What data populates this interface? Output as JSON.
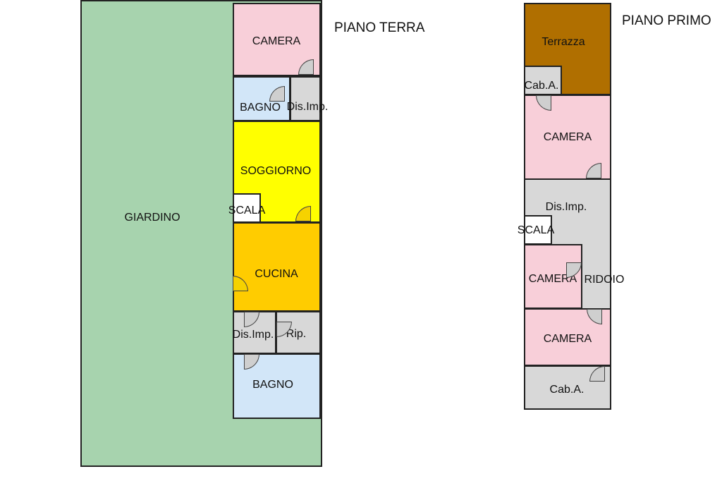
{
  "titles": {
    "ground_floor": "PIANO TERRA",
    "first_floor": "PIANO PRIMO"
  },
  "ground_floor": {
    "garden": "GIARDINO",
    "camera": "CAMERA",
    "bagno_top": "BAGNO",
    "dis_imp_top": "Dis.Imp.",
    "soggiorno": "SOGGIORNO",
    "scala": "SCALA",
    "cucina": "CUCINA",
    "dis_imp_bottom": "Dis.Imp.",
    "rip": "Rip.",
    "bagno_bottom": "BAGNO"
  },
  "first_floor": {
    "terrazza": "Terrazza",
    "cab_a_top": "Cab.A.",
    "camera_top": "CAMERA",
    "dis_imp": "Dis.Imp.",
    "scala": "SCALA",
    "camera_middle": "CAMERA",
    "corridoio": "RIDOIO",
    "camera_bottom": "CAMERA",
    "cab_a_bottom": "Cab.A."
  },
  "colors": {
    "garden": "#a7d3ae",
    "camera": "#f8cfd9",
    "bagno": "#d2e6f8",
    "service": "#d8d8d8",
    "soggiorno": "#ffff00",
    "cucina": "#ffcc00",
    "terrazza": "#b06f00"
  }
}
